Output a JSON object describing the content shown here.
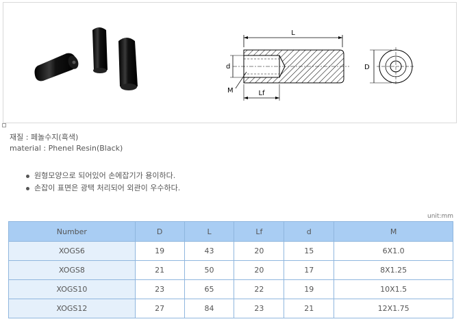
{
  "material": {
    "korean": "재질 : 페놀수지(흑색)",
    "english": "material : Phenel Resin(Black)"
  },
  "features": [
    "원형모양으로 되어있어 손에잡기가 용이하다.",
    "손잡이 표면은 광택 처리되어 외관이 우수하다."
  ],
  "drawing_labels": {
    "L": "L",
    "d": "d",
    "M": "M",
    "Lf": "Lf",
    "D": "D"
  },
  "unit": "unit:mm",
  "table": {
    "headers": [
      "Number",
      "D",
      "L",
      "Lf",
      "d",
      "M"
    ],
    "rows": [
      [
        "XOGS6",
        "19",
        "43",
        "20",
        "15",
        "6X1.0"
      ],
      [
        "XOGS8",
        "21",
        "50",
        "20",
        "17",
        "8X1.25"
      ],
      [
        "XOGS10",
        "23",
        "65",
        "22",
        "19",
        "10X1.5"
      ],
      [
        "XOGS12",
        "27",
        "84",
        "23",
        "21",
        "12X1.75"
      ]
    ]
  },
  "colors": {
    "header_bg": "#a9cdf3",
    "number_cell_bg": "#e5f0fb",
    "border": "#8fb6de"
  }
}
